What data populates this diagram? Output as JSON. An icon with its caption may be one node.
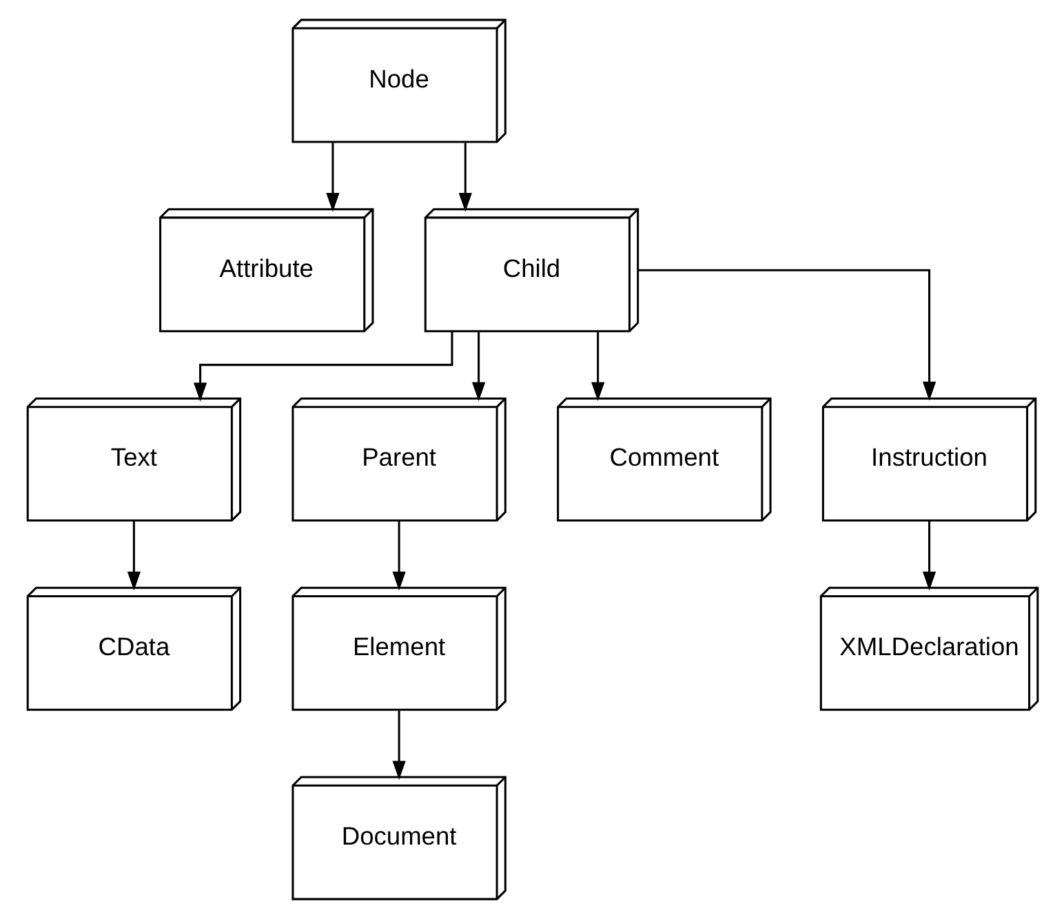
{
  "diagram": {
    "nodes": [
      {
        "text": [
          "Node"
        ]
      },
      {
        "text": [
          "Attribute"
        ]
      },
      {
        "text": [
          "Child"
        ]
      },
      {
        "text": [
          "Text"
        ]
      },
      {
        "text": [
          "Parent"
        ]
      },
      {
        "text": [
          "Comment"
        ]
      },
      {
        "text": [
          "Instruction"
        ]
      },
      {
        "text": [
          "CData"
        ]
      },
      {
        "text": [
          "Element"
        ]
      },
      {
        "text": [
          "XMLDeclaration"
        ]
      },
      {
        "text": [
          "Document"
        ]
      }
    ],
    "edges": [
      {
        "from": 0,
        "to": 1,
        "arrow": "to"
      },
      {
        "from": 0,
        "to": 2,
        "arrow": "to"
      },
      {
        "from": 2,
        "to": 3,
        "arrow": "to"
      },
      {
        "from": 2,
        "to": 4,
        "arrow": "to"
      },
      {
        "from": 2,
        "to": 5,
        "arrow": "to"
      },
      {
        "from": 2,
        "to": 6,
        "arrow": "to"
      },
      {
        "from": 3,
        "to": 7,
        "arrow": "to"
      },
      {
        "from": 4,
        "to": 8,
        "arrow": "to"
      },
      {
        "from": 6,
        "to": 9,
        "arrow": "to"
      },
      {
        "from": 8,
        "to": 10,
        "arrow": "to"
      }
    ]
  }
}
